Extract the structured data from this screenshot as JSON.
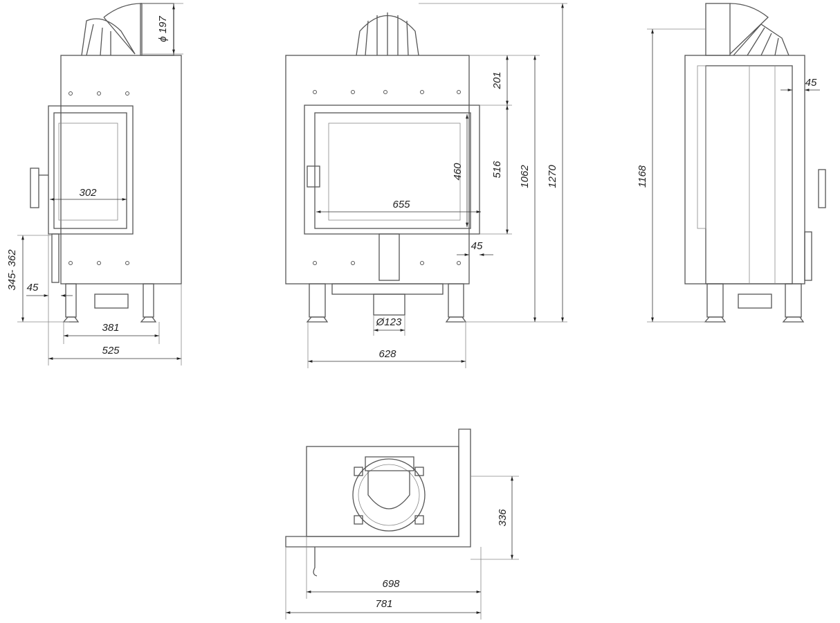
{
  "title": "Fireplace insert dimension drawing",
  "views": {
    "left": {
      "flue_diameter": "ϕ 197",
      "glass_width": "302",
      "leg_height": "345- 362",
      "offset": "45",
      "leg_spacing": "381",
      "width": "525"
    },
    "front": {
      "top_to_door": "201",
      "glass_height": "460",
      "door_height": "516",
      "body_height": "1062",
      "total_height": "1270",
      "glass_width": "655",
      "offset": "45",
      "air_inlet": "Ø123",
      "width": "628"
    },
    "right": {
      "flue_height": "1168",
      "offset": "45"
    },
    "top": {
      "depth": "336",
      "width": "698",
      "total_width": "781"
    }
  }
}
